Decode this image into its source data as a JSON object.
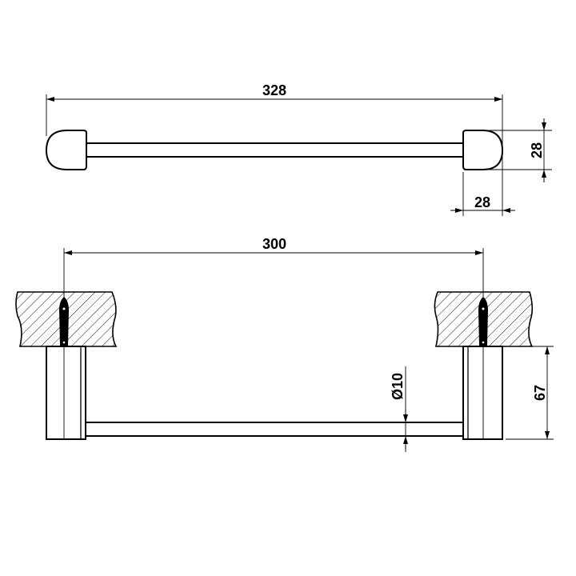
{
  "top_view": {
    "overall_length": "328",
    "cap_height": "28",
    "cap_width": "28"
  },
  "front_view": {
    "center_distance": "300",
    "projection": "67",
    "rod_diameter": "Ø10"
  },
  "colors": {
    "line": "#000000",
    "background": "#ffffff"
  }
}
